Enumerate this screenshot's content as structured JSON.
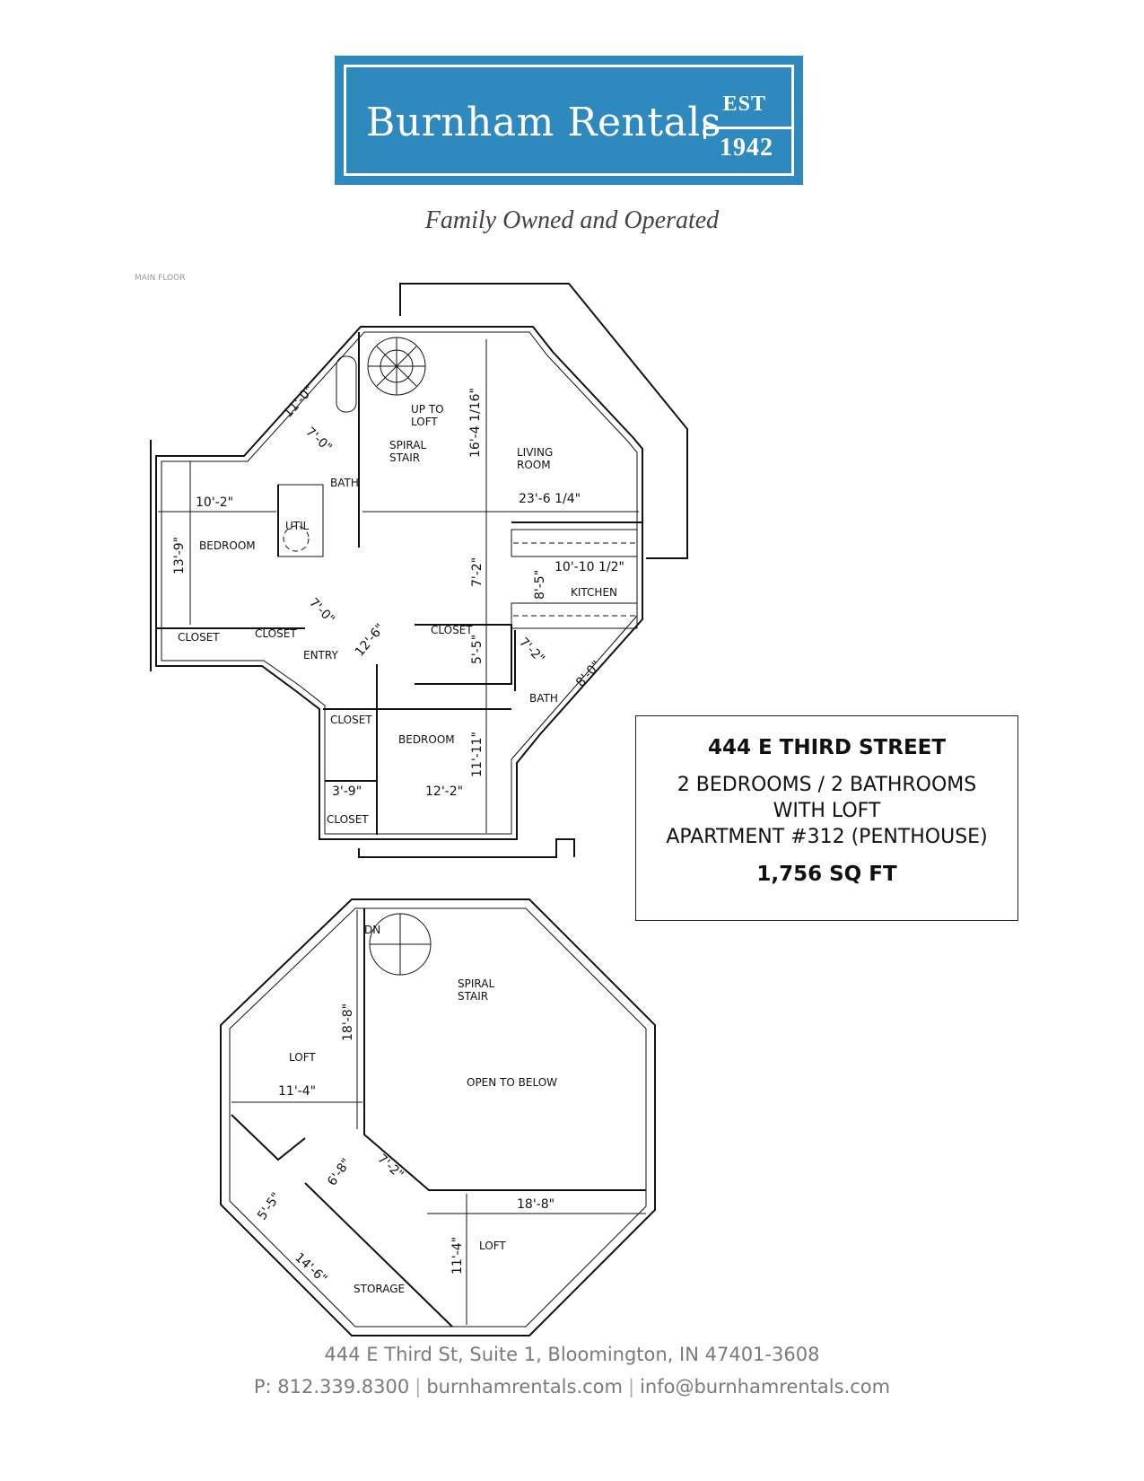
{
  "logo": {
    "brand": "Burnham Rentals",
    "est": "EST",
    "year": "1942",
    "color": "#2e89bf"
  },
  "tagline": "Family Owned and Operated",
  "main_floor": {
    "header_fragment": "MAIN FLOOR",
    "labels": {
      "up_to_loft_1": "UP TO",
      "up_to_loft_2": "LOFT",
      "spiral_1": "SPIRAL",
      "spiral_2": "STAIR",
      "living_1": "LIVING",
      "living_2": "ROOM",
      "bath_1": "BATH",
      "util": "UTIL",
      "bedroom_1": "BEDROOM",
      "closet_1": "CLOSET",
      "closet_2": "CLOSET",
      "entry": "ENTRY",
      "closet_3": "CLOSET",
      "kitchen": "KITCHEN",
      "bath_2": "BATH",
      "closet_4": "CLOSET",
      "bedroom_2": "BEDROOM",
      "closet_5": "CLOSET"
    },
    "dimensions": {
      "d1": "11'-0\"",
      "d2": "7'-0\"",
      "d3": "16'-4 1/16\"",
      "d4": "23'-6 1/4\"",
      "d5": "10'-2\"",
      "d6": "13'-9\"",
      "d7": "7'-2\"",
      "d8": "10'-10 1/2\"",
      "d9": "8'-5\"",
      "d10": "7'-0\"",
      "d11": "12'-6\"",
      "d12": "5'-5\"",
      "d13": "7'-2\"",
      "d14": "8'-0\"",
      "d15": "11'-11\"",
      "d16": "3'-9\"",
      "d17": "12'-2\""
    }
  },
  "loft_floor": {
    "labels": {
      "dn": "DN",
      "spiral_1": "SPIRAL",
      "spiral_2": "STAIR",
      "loft_1": "LOFT",
      "open": "OPEN TO BELOW",
      "loft_2": "LOFT",
      "storage": "STORAGE"
    },
    "dimensions": {
      "d1": "18'-8\"",
      "d2": "11'-4\"",
      "d3": "6'-8\"",
      "d4": "7'-2\"",
      "d5": "18'-8\"",
      "d6": "5'-5\"",
      "d7": "14'-6\"",
      "d8": "11'-4\""
    }
  },
  "info": {
    "address": "444 E THIRD STREET",
    "beds_baths": "2 BEDROOMS / 2 BATHROOMS",
    "loft": "WITH LOFT",
    "apartment": "APARTMENT #312 (PENTHOUSE)",
    "sqft": "1,756 SQ FT"
  },
  "footer": {
    "address": "444 E Third St, Suite 1, Bloomington, IN  47401-3608",
    "phone": "P: 812.339.8300",
    "website": "burnhamrentals.com",
    "email": "info@burnhamrentals.com",
    "separator": "|"
  }
}
